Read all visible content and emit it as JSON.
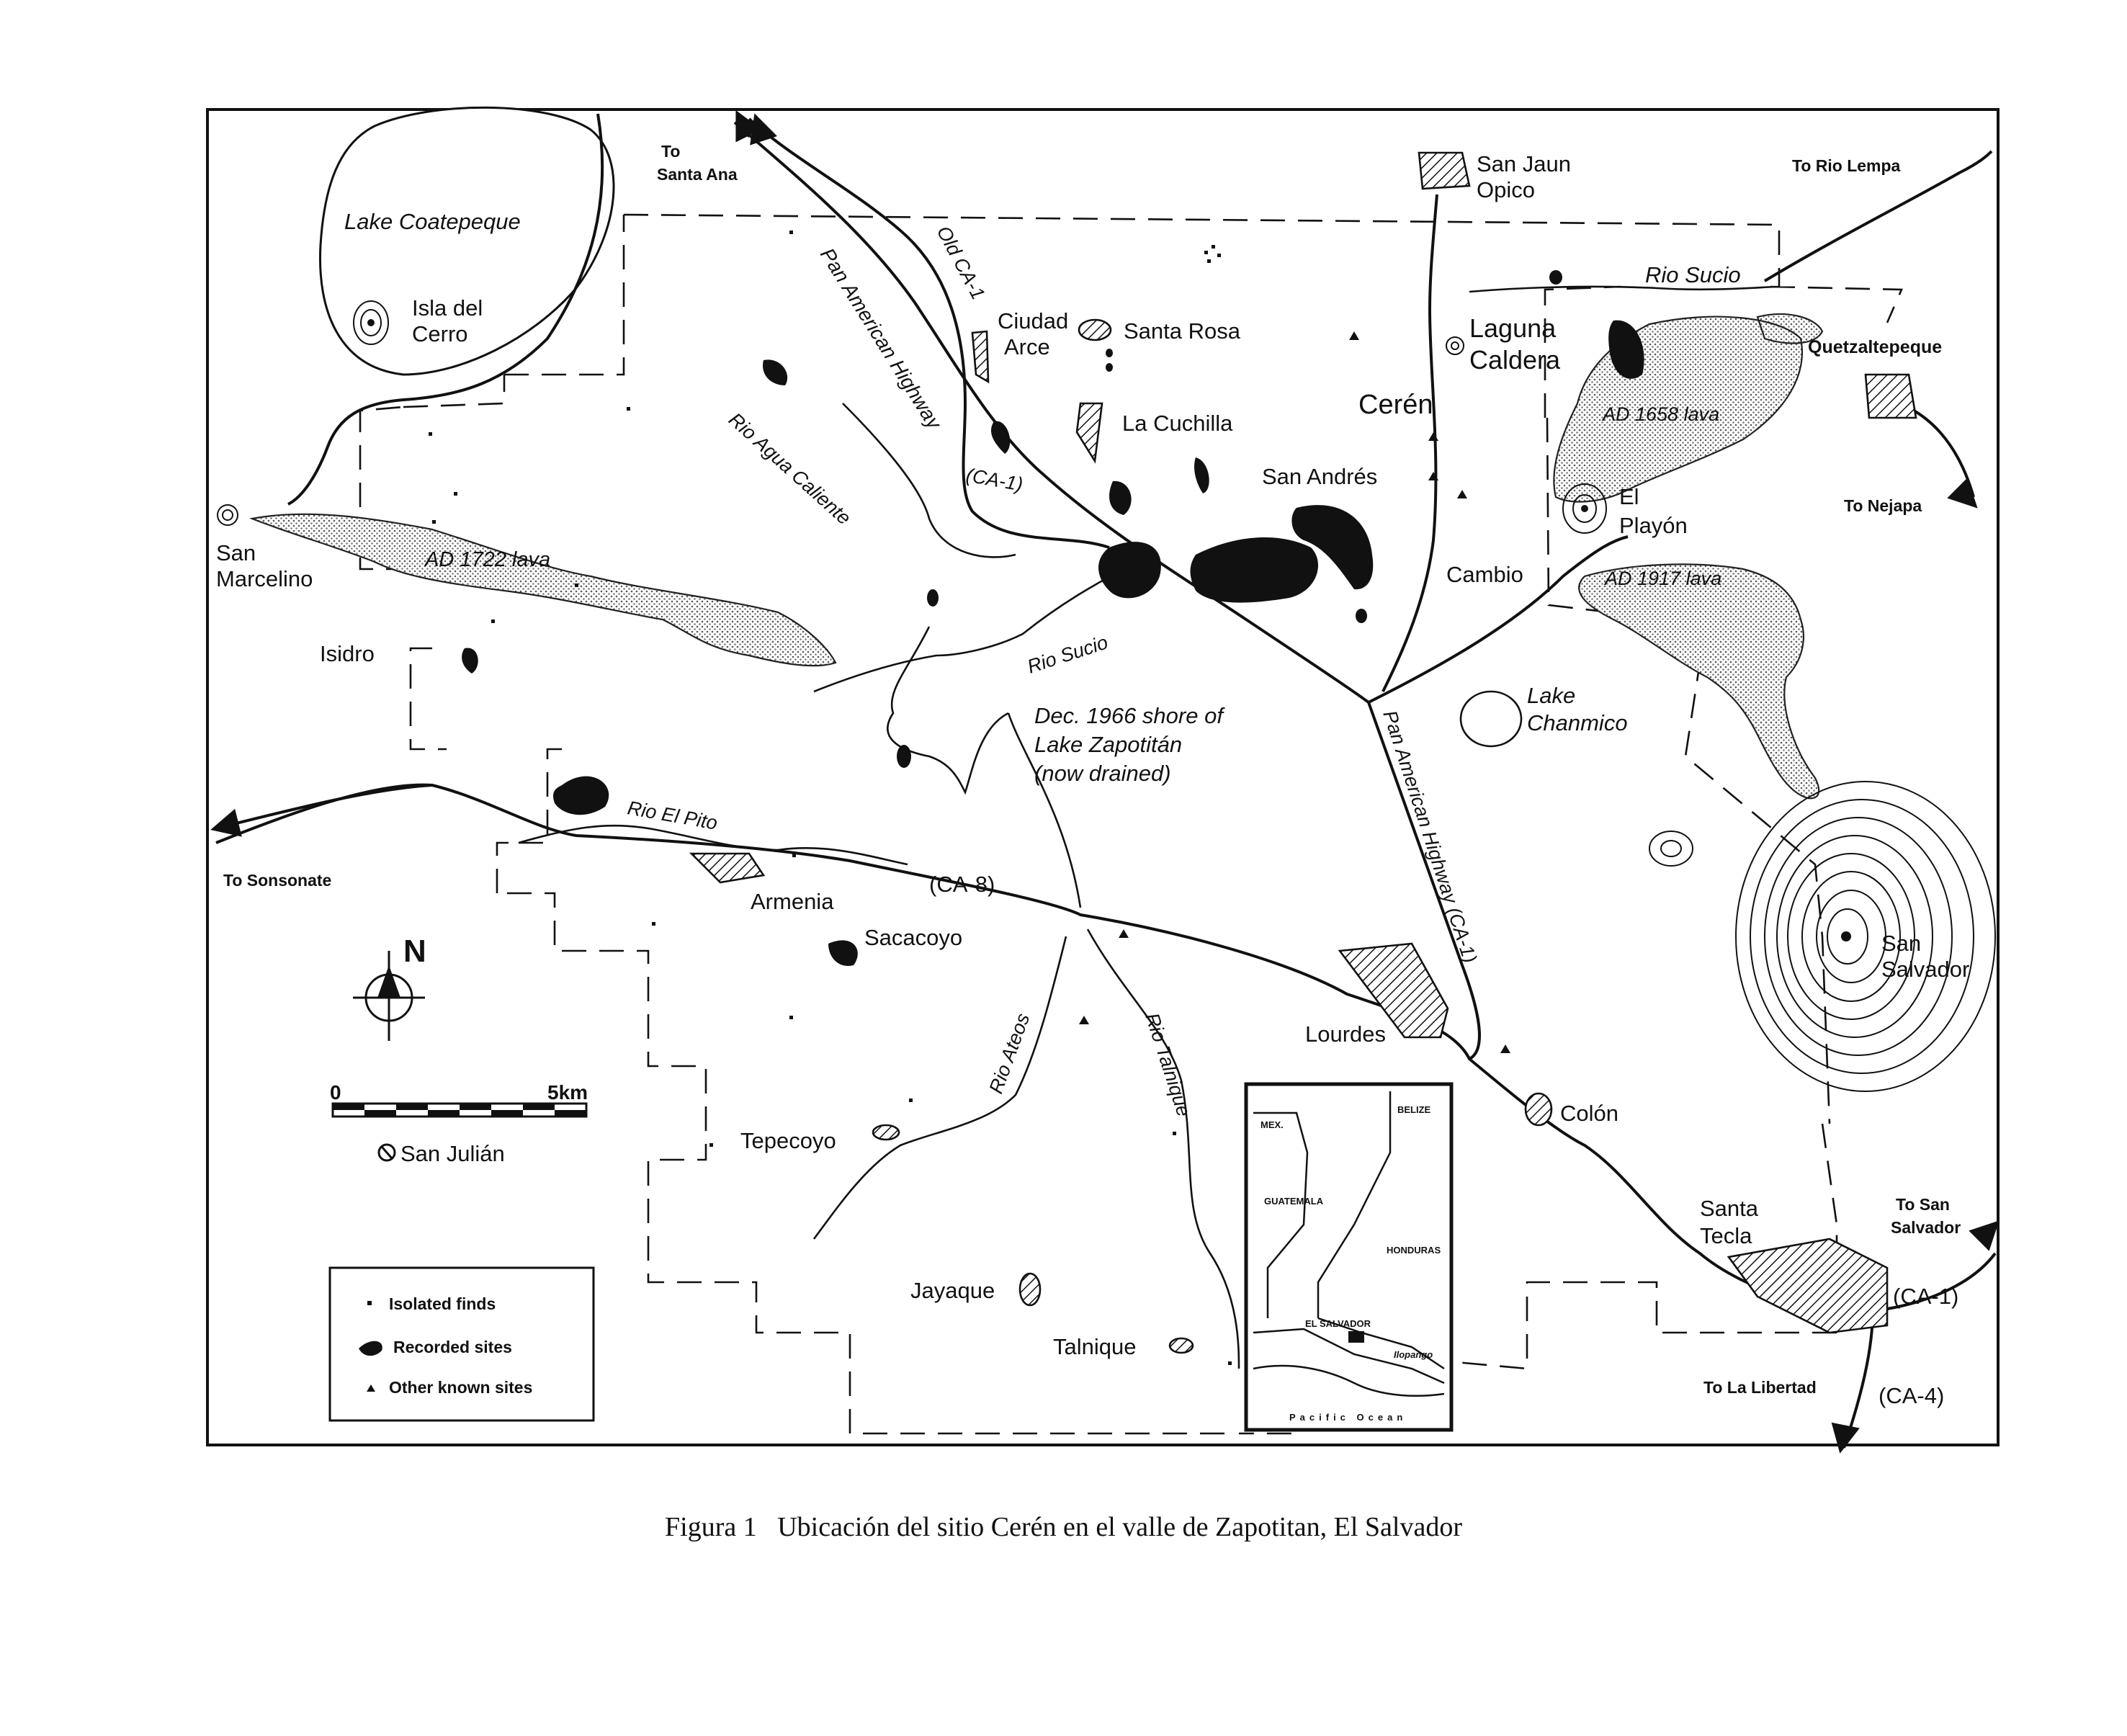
{
  "caption": {
    "label": "Figura 1",
    "text": "Ubicación del sitio Cerén en el valle de Zapotitan, El Salvador"
  },
  "directions": {
    "santa_ana": [
      "To",
      "Santa Ana"
    ],
    "rio_lempa": "To Rio Lempa",
    "nejapa": "To Nejapa",
    "sonsonate": "To Sonsonate",
    "san_salvador": [
      "To San",
      "Salvador"
    ],
    "la_libertad": "To La Libertad"
  },
  "places": {
    "lake_coatepeque": "Lake Coatepeque",
    "isla_del_cerro": [
      "Isla del",
      "Cerro"
    ],
    "san_jaun_opico": [
      "San Jaun",
      "Opico"
    ],
    "rio_sucio_north": "Rio Sucio",
    "ciudad_arce": [
      "Ciudad",
      "Arce"
    ],
    "santa_rosa": "Santa Rosa",
    "laguna_caldera": [
      "Laguna",
      "Caldera"
    ],
    "quetzaltepeque": "Quetzaltepeque",
    "la_cuchilla": "La Cuchilla",
    "ceren": "Cerén",
    "ad_1658_lava": "AD 1658 lava",
    "san_andres": "San Andrés",
    "el_playon": [
      "El",
      "Playón"
    ],
    "san_marcelino": [
      "San",
      "Marcelino"
    ],
    "ad_1722_lava": "AD 1722 lava",
    "cambio": "Cambio",
    "ad_1917_lava": "AD 1917 lava",
    "rio_agua_caliente": "Rio Agua Caliente",
    "isidro": "Isidro",
    "rio_sucio_south": "Rio Sucio",
    "lake_chanmico": [
      "Lake",
      "Chanmico"
    ],
    "lake_zapotitan": [
      "Dec. 1966 shore of",
      "Lake Zapotitán",
      "(now drained)"
    ],
    "rio_el_pito": "Rio El Pito",
    "armenia": "Armenia",
    "sacacoyo": "Sacacoyo",
    "lourdes": "Lourdes",
    "san_salvador": [
      "San",
      "Salvador"
    ],
    "colon": "Colón",
    "tepecoyo": "Tepecoyo",
    "rio_ateos": "Rio Ateos",
    "rio_talnique": "Rio Talnique",
    "san_julian": "San Julián",
    "santa_tecla": [
      "Santa",
      "Tecla"
    ],
    "jayaque": "Jayaque",
    "talnique": "Talnique"
  },
  "roads": {
    "old_ca1": "Old CA-1",
    "pan_american_north": "Pan American Highway",
    "ca1_north": "(CA-1)",
    "pan_american_south": "Pan American Highway (CA-1)",
    "ca8": "(CA-8)",
    "ca1_east": "(CA-1)",
    "ca4": "(CA-4)"
  },
  "north_arrow": "N",
  "scale_bar": {
    "start": "0",
    "end": "5km"
  },
  "legend": [
    {
      "symbol": "isolated-finds",
      "label": "Isolated finds"
    },
    {
      "symbol": "recorded-sites",
      "label": "Recorded sites"
    },
    {
      "symbol": "other-known-sites",
      "label": "Other known sites"
    }
  ],
  "inset": {
    "mex": "MEX.",
    "belize": "BELIZE",
    "guatemala": "GUATEMALA",
    "honduras": "HONDURAS",
    "el_salvador": "EL SALVADOR",
    "ilopango": "Ilopango",
    "ocean": "Pacific Ocean"
  }
}
